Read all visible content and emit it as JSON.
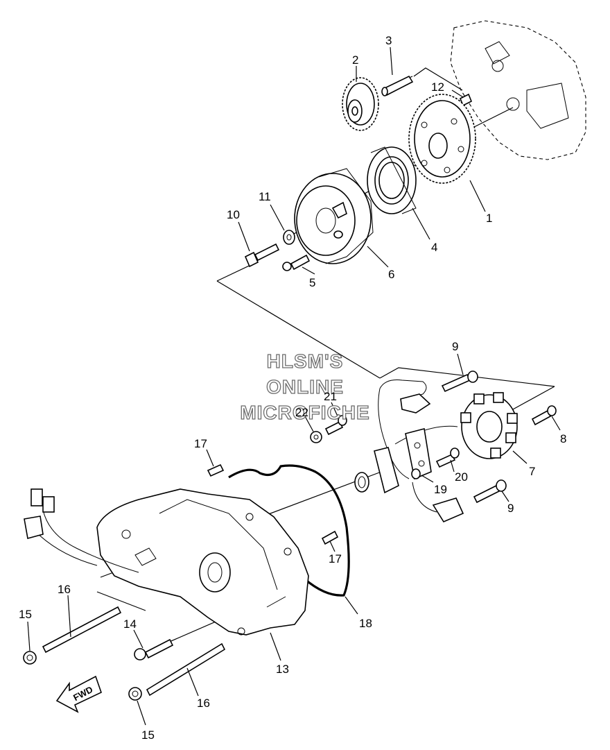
{
  "callouts": {
    "c1": "1",
    "c2": "2",
    "c3": "3",
    "c4": "4",
    "c5": "5",
    "c6": "6",
    "c7": "7",
    "c8": "8",
    "c9a": "9",
    "c9b": "9",
    "c10": "10",
    "c11": "11",
    "c12": "12",
    "c13": "13",
    "c14": "14",
    "c15a": "15",
    "c15b": "15",
    "c16a": "16",
    "c16b": "16",
    "c17a": "17",
    "c17b": "17",
    "c18": "18",
    "c19": "19",
    "c20": "20",
    "c21": "21",
    "c22": "22"
  },
  "watermark": {
    "line1": "HLSM'S",
    "line2": "ONLINE",
    "line3": "MICROFICHE"
  },
  "fwd_label": "FWD"
}
